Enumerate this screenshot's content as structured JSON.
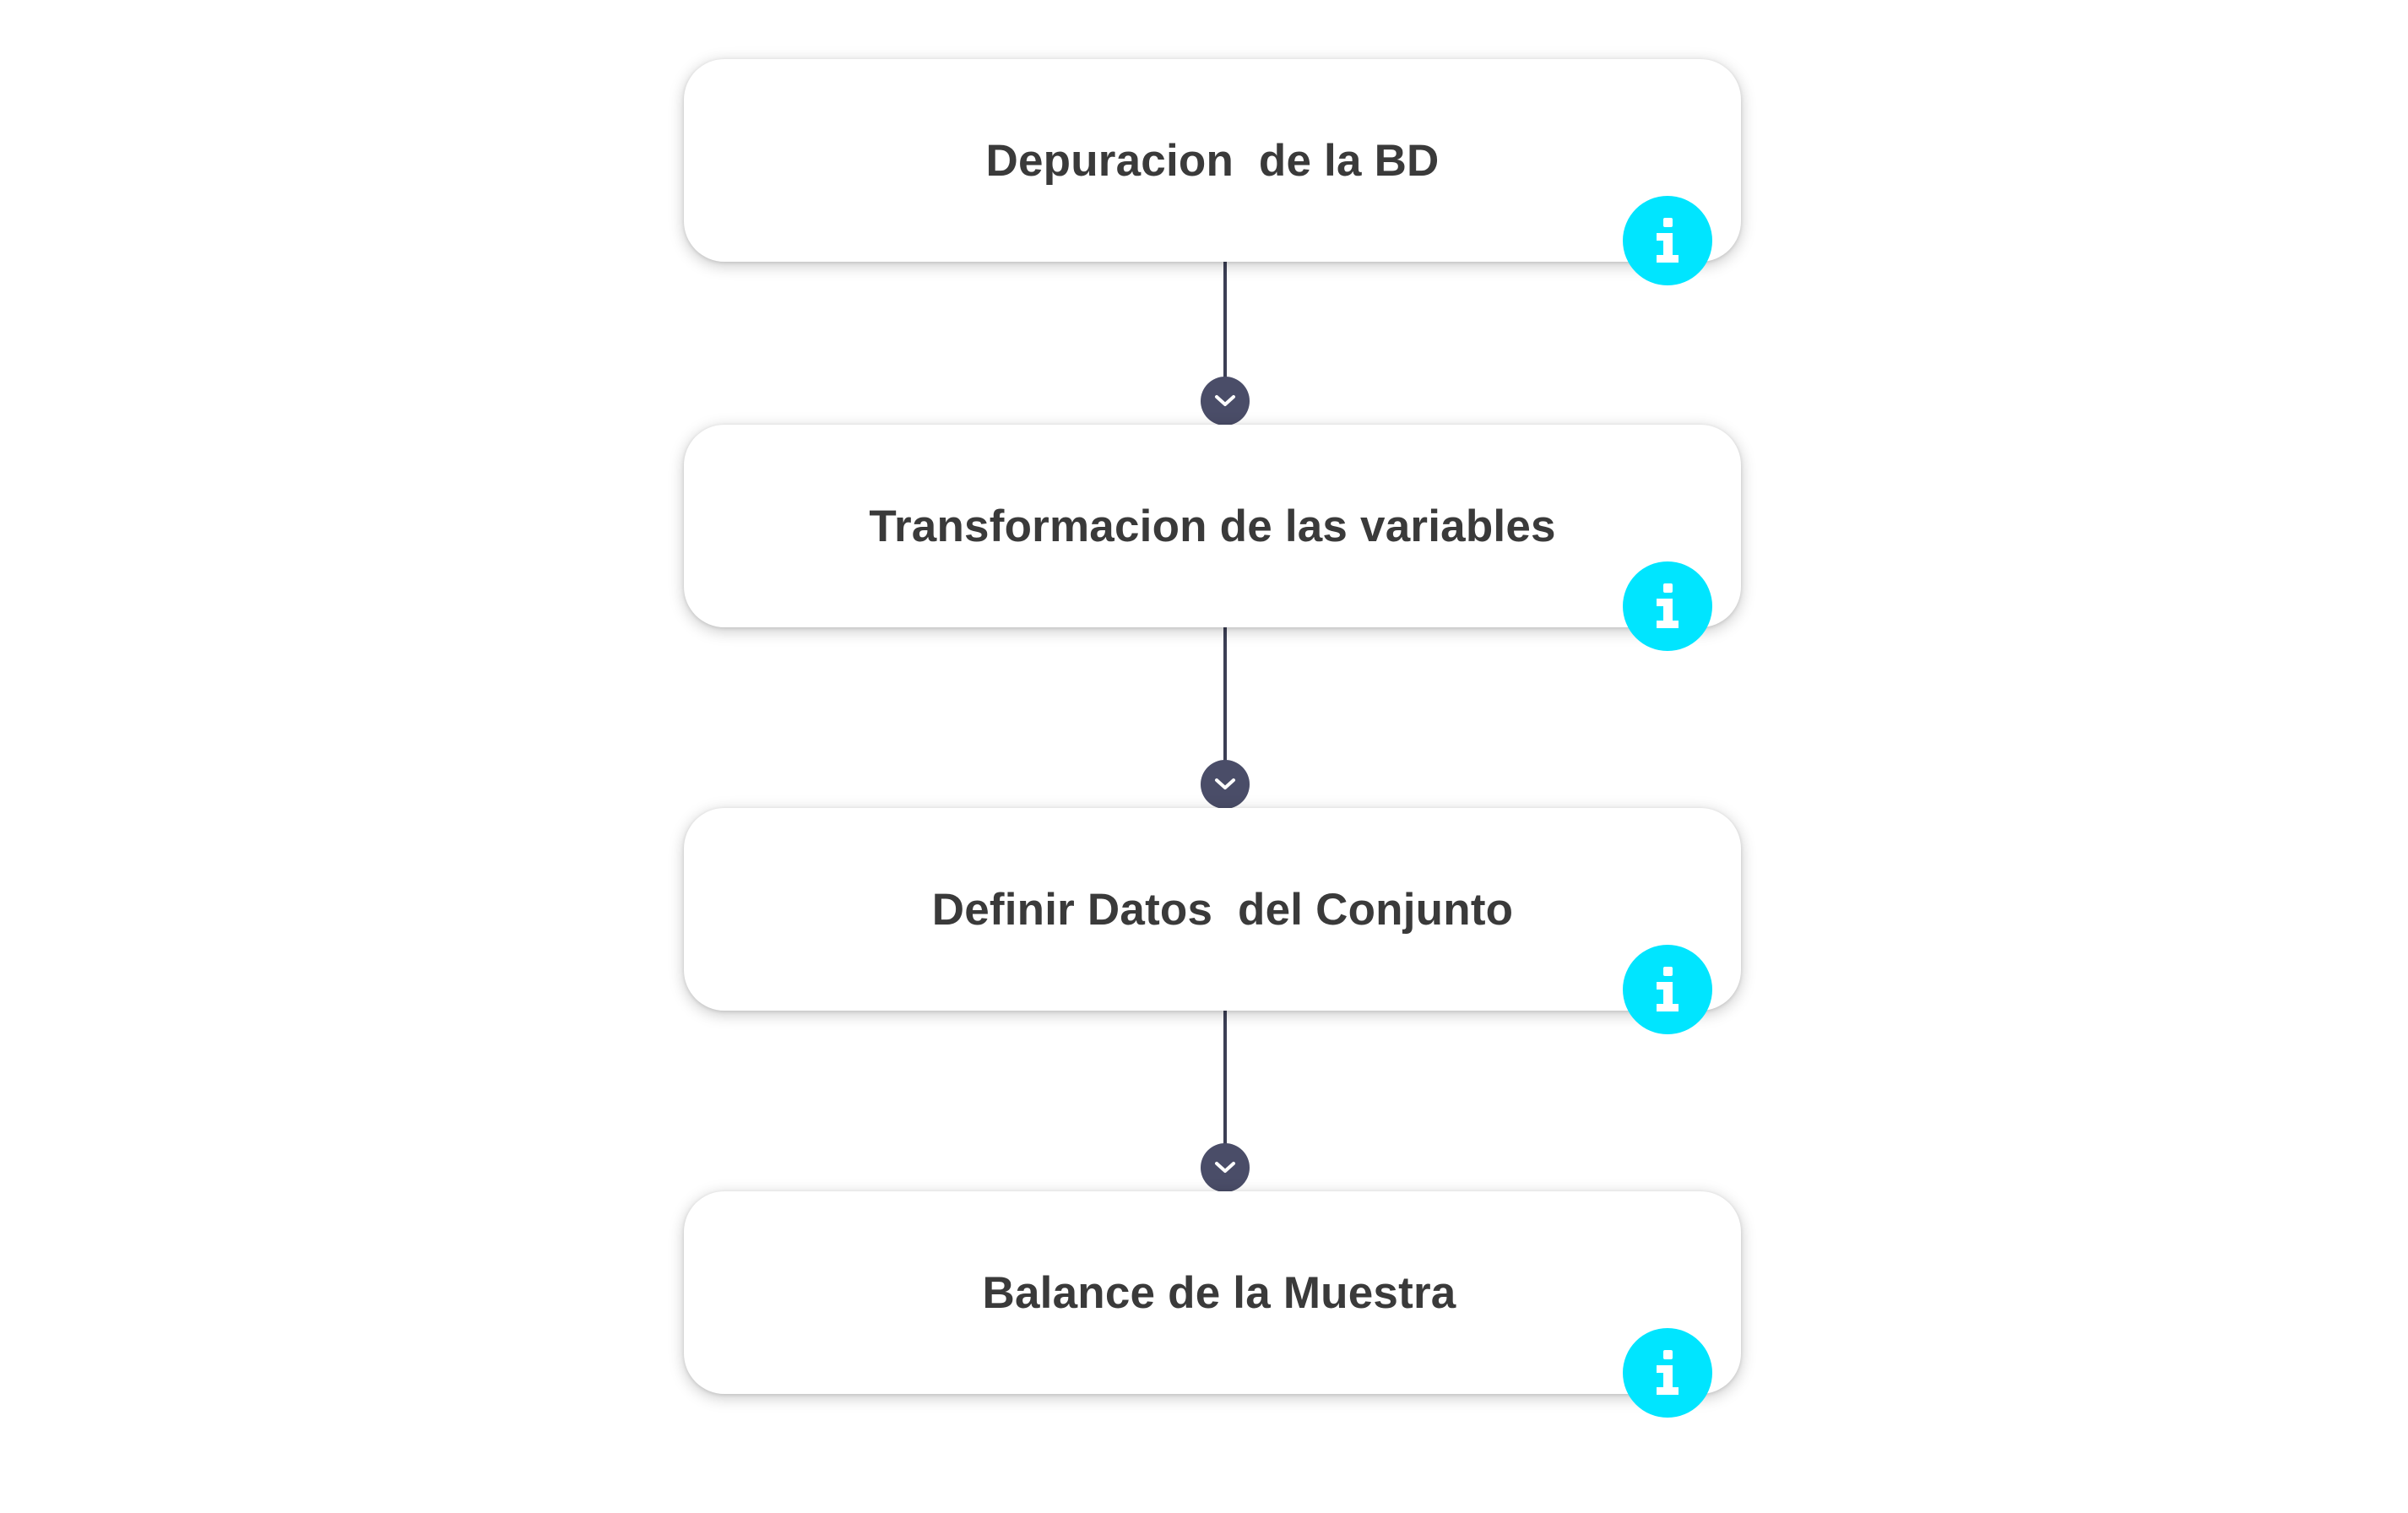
{
  "steps": [
    {
      "title": "Depuracion  de la BD",
      "icon": "info-icon"
    },
    {
      "title": "Transformacion de las variables",
      "icon": "info-icon"
    },
    {
      "title": "Definir Datos  del Conjunto",
      "icon": "info-icon"
    },
    {
      "title": "Balance de la Muestra",
      "icon": "info-icon"
    }
  ],
  "connectors": [
    {
      "icon": "chevron-down-icon"
    },
    {
      "icon": "chevron-down-icon"
    },
    {
      "icon": "chevron-down-icon"
    }
  ],
  "colors": {
    "info_accent": "#00e5ff",
    "connector": "#4a4d68",
    "text": "#3a3a3a"
  }
}
